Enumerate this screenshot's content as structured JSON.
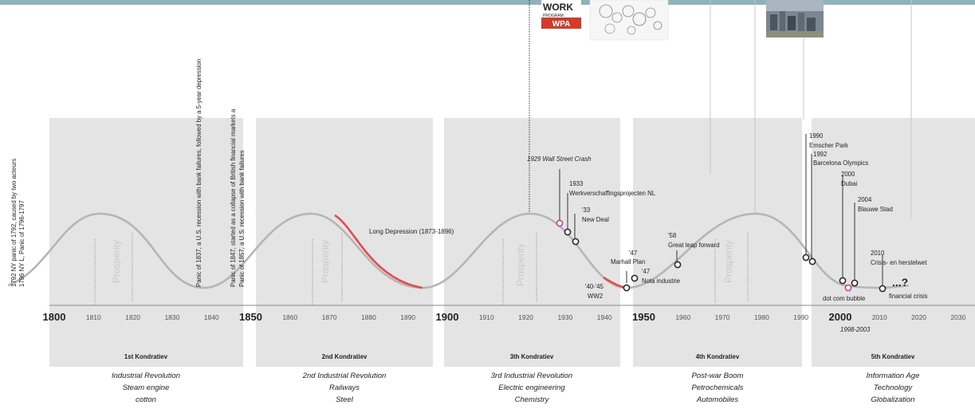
{
  "panics": [
    {
      "line1": "1792  NY panic of 1792, caused by two acteurs",
      "line2": "1796  NY L, Panic of 1796-1797"
    },
    {
      "line1": "Panic of 1837, a U.S. recession with bank failures, followed by a 5-year depression"
    },
    {
      "line1": "Panic of 1847,  started as a collapse of British financial markets a",
      "line2": "Panic of 1857, a U.S. recession with bank failures"
    }
  ],
  "images": {
    "wpa_line1": "WORK",
    "wpa_line2": "PROGRAM",
    "wpa_badge": "WPA"
  },
  "prosperity_label": "Prosperity",
  "long_depression": "Long Depression (1873-1896)",
  "events": [
    {
      "label": "1929 Wall Street Crash"
    },
    {
      "label": "1933",
      "sub": "Werkverschaffingsprojecten NL"
    },
    {
      "label": "'33",
      "sub": "New Deal"
    },
    {
      "label": "'47",
      "sub": "Marhall Plan"
    },
    {
      "label": "'47",
      "sub": "Nota industrie"
    },
    {
      "label": "'40-'45",
      "sub": "WW2"
    },
    {
      "label": "'58",
      "sub": "Great leap forward"
    },
    {
      "label": "1990",
      "sub": "Emscher Park"
    },
    {
      "label": "1992",
      "sub": "Barcelona Olympics"
    },
    {
      "label": "2000",
      "sub": "Dubai"
    },
    {
      "label": "2004",
      "sub": "Blauwe Stad"
    },
    {
      "label": "2010",
      "sub": "Crisis- en herstelwet"
    },
    {
      "label": "dot com bubble"
    },
    {
      "label": "financial crisis"
    },
    {
      "label": "...?"
    },
    {
      "label": "1998-2003"
    }
  ],
  "axis": {
    "major": [
      "1800",
      "1850",
      "1900",
      "1950",
      "2000"
    ],
    "minor": [
      "1810",
      "1820",
      "1830",
      "1840",
      "1860",
      "1870",
      "1880",
      "1890",
      "1910",
      "1920",
      "1930",
      "1940",
      "1960",
      "1970",
      "1980",
      "1990",
      "2010",
      "2020",
      "2030"
    ]
  },
  "kondratiev": [
    {
      "name": "1st Kondratiev",
      "l1": "Industrial Revolution",
      "l2": "Steam engine",
      "l3": "cotton"
    },
    {
      "name": "2nd Kondratiev",
      "l1": "2nd Industrial Revolution",
      "l2": "Railways",
      "l3": "Steel"
    },
    {
      "name": "3th Kondratiev",
      "l1": "3rd Industrial Revolution",
      "l2": "Electric engineering",
      "l3": "Chemistry"
    },
    {
      "name": "4th Kondratiev",
      "l1": "Post-war Boom",
      "l2": "Petrochemicals",
      "l3": "Automobiles"
    },
    {
      "name": "5th Kondratiev",
      "l1": "Information Age",
      "l2": "Technology",
      "l3": "Globalization"
    }
  ],
  "colors": {
    "panel": "#e4e4e4",
    "wave": "#b5b5b5",
    "red": "#e64a4a",
    "pink": "#c8359a",
    "bar": "#8fb3bd"
  }
}
